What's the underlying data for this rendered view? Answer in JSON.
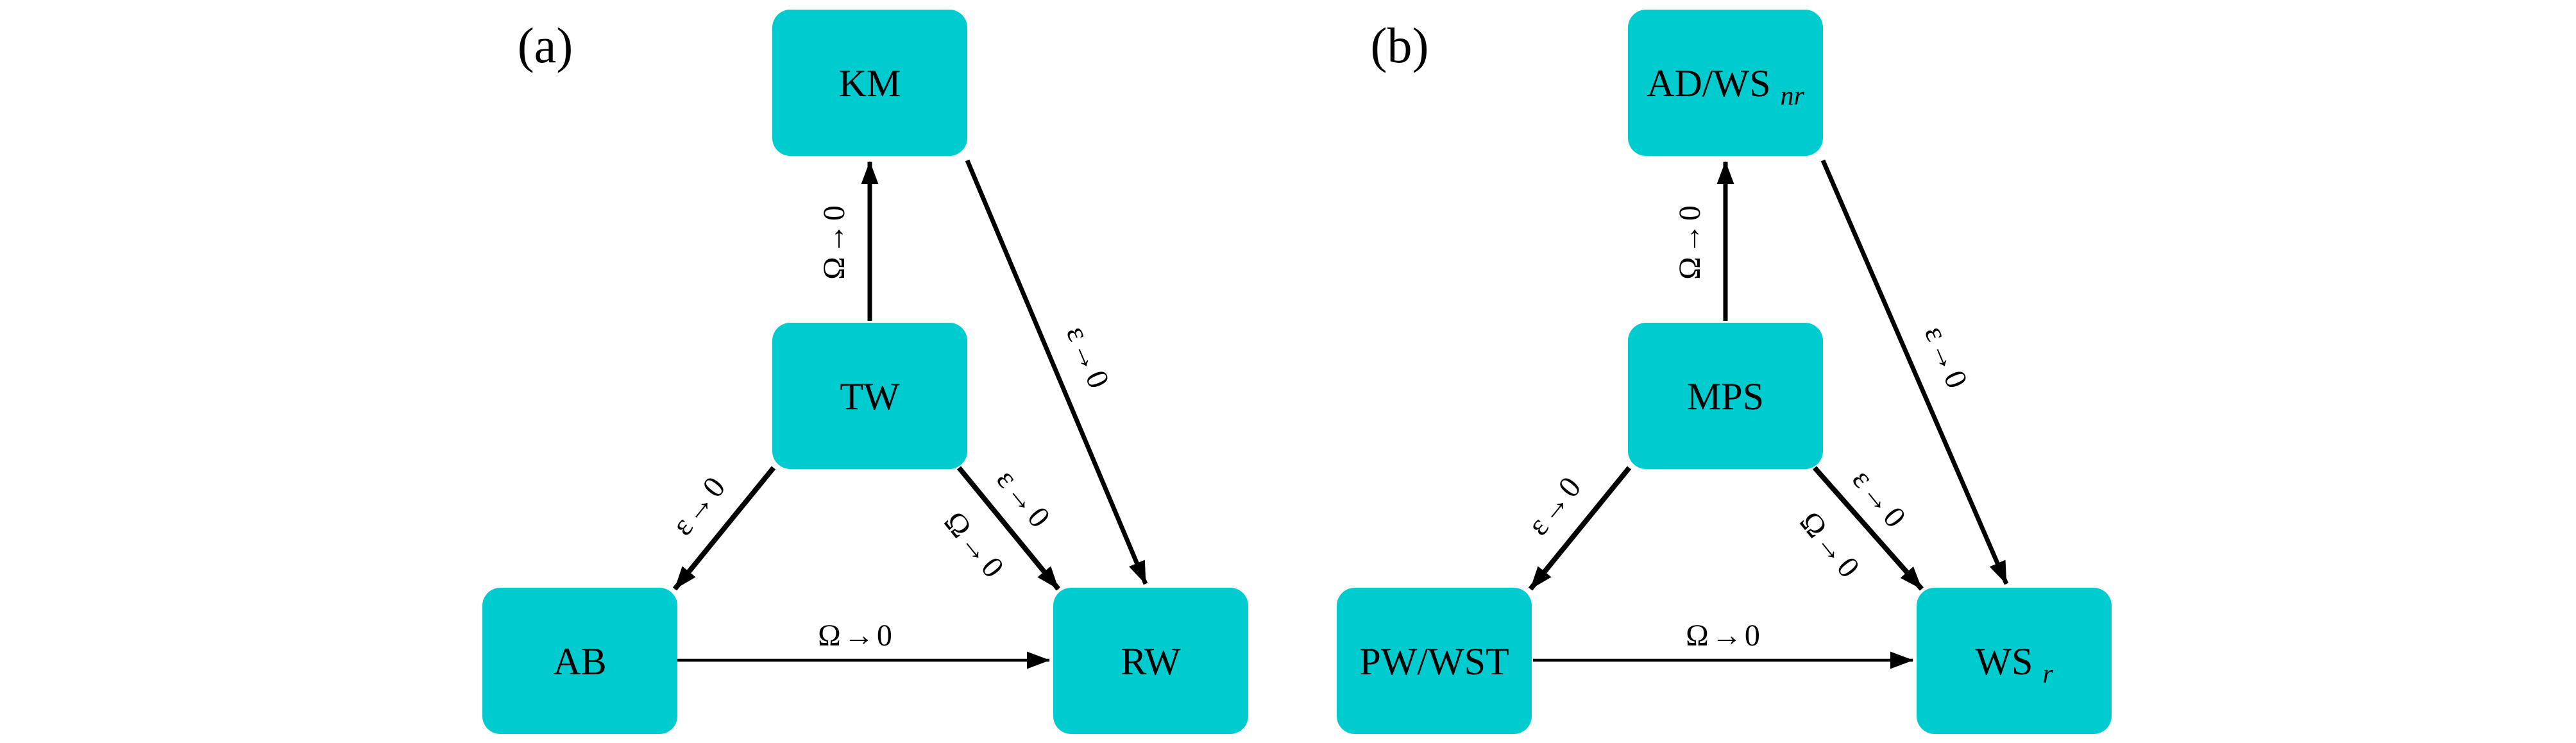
{
  "colors": {
    "box_fill": "#00CBCE",
    "arrow": "#000000",
    "text": "#000000",
    "background": "#FFFFFF"
  },
  "panels": [
    {
      "label": "(a)",
      "nodes": [
        {
          "id": "KM",
          "label": "KM"
        },
        {
          "id": "TW",
          "label": "TW"
        },
        {
          "id": "AB",
          "label": "AB"
        },
        {
          "id": "RW",
          "label": "RW"
        }
      ],
      "edges": [
        {
          "from": "TW",
          "to": "KM",
          "label": "Ω→0"
        },
        {
          "from": "KM",
          "to": "RW",
          "label": "ε→0"
        },
        {
          "from": "TW",
          "to": "AB",
          "label": "ε→0"
        },
        {
          "from": "TW",
          "to": "RW",
          "label_upper": "ε→0",
          "label_lower": "Ω→0"
        },
        {
          "from": "AB",
          "to": "RW",
          "label": "Ω→0"
        }
      ]
    },
    {
      "label": "(b)",
      "nodes": [
        {
          "id": "AD/WSnr",
          "label_main": "AD/WS",
          "label_sub": "nr"
        },
        {
          "id": "MPS",
          "label": "MPS"
        },
        {
          "id": "PW/WST",
          "label": "PW/WST"
        },
        {
          "id": "WSr",
          "label_main": "WS",
          "label_sub": "r"
        }
      ],
      "edges": [
        {
          "from": "MPS",
          "to": "AD/WSnr",
          "label": "Ω→0"
        },
        {
          "from": "AD/WSnr",
          "to": "WSr",
          "label": "ε→0"
        },
        {
          "from": "MPS",
          "to": "PW/WST",
          "label": "ε→0"
        },
        {
          "from": "MPS",
          "to": "WSr",
          "label_upper": "ε→0",
          "label_lower": "Ω→0"
        },
        {
          "from": "PW/WST",
          "to": "WSr",
          "label": "Ω→0"
        }
      ]
    }
  ]
}
